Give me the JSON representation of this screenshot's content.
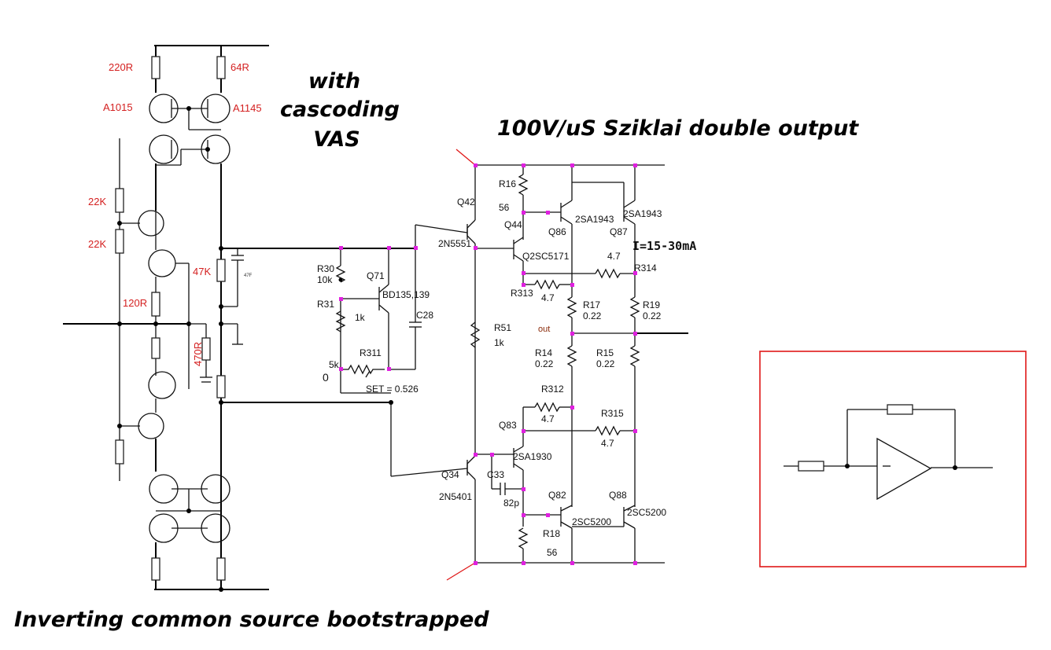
{
  "titles": {
    "cascode": [
      "with",
      "cascoding",
      "VAS"
    ],
    "sziklai": "100V/uS Sziklai double output",
    "inverting": "Inverting common source bootstrapped"
  },
  "left_labels": {
    "r220": "220R",
    "r64": "64R",
    "a1015": "A1015",
    "a1145": "A1145",
    "r22k_a": "22K",
    "r22k_b": "22K",
    "r47k": "47K",
    "r120": "120R",
    "r470": "470R",
    "cap47": "47F"
  },
  "right_labels": {
    "R16": "R16",
    "v56a": "56",
    "Q42": "Q42",
    "Q44": "Q44",
    "Q86": "Q86",
    "Q87": "Q87",
    "t2SA1943a": "2SA1943",
    "t2SA1943b": "2SA1943",
    "current": "I=15-30mA",
    "t2N5551": "2N5551",
    "Q2SC5171": "Q2SC5171",
    "v47a": "4.7",
    "R314": "R314",
    "R30": "R30",
    "v10k": "10k",
    "Q71": "Q71",
    "R313": "R313",
    "v47b": "4.7",
    "R17": "R17",
    "v022a": "0.22",
    "R19": "R19",
    "v022b": "0.22",
    "R31": "R31",
    "BD135": "BD135,139",
    "v1k": "1k",
    "C28": "C28",
    "R51": "R51",
    "out": "out",
    "v1kb": "1k",
    "R14": "R14",
    "v022c": "0.22",
    "R15": "R15",
    "v022d": "0.22",
    "R311": "R311",
    "v5k": "5k",
    "v0": "0",
    "set": "SET = 0.526",
    "R312": "R312",
    "v47c": "4.7",
    "R315": "R315",
    "Q83": "Q83",
    "v47d": "4.7",
    "t2SA1930": "2SA1930",
    "Q34": "Q34",
    "C33": "C33",
    "t2N5401": "2N5401",
    "v82p": "82p",
    "Q82": "Q82",
    "Q88": "Q88",
    "t2SC5200a": "2SC5200",
    "t2SC5200b": "2SC5200",
    "R18": "R18",
    "v56b": "56"
  },
  "colors": {
    "node": "#e020e0",
    "label_red": "#d42020",
    "box_red": "#e01818"
  }
}
